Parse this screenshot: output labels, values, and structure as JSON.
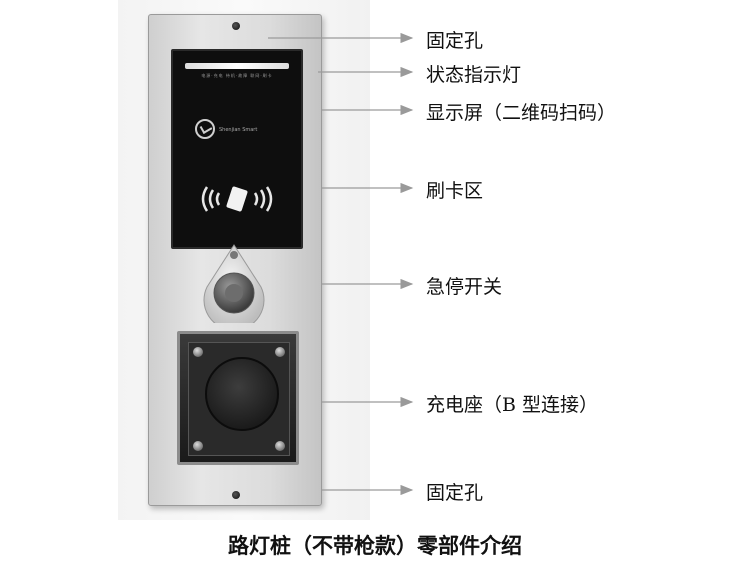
{
  "labels": [
    "固定孔",
    "状态指示灯",
    "显示屏（二维码扫码）",
    "刷卡区",
    "急停开关",
    "充电座（B 型连接）",
    "固定孔"
  ],
  "caption": "路灯桩（不带枪款）零部件介绍",
  "screen": {
    "status_text": "电源·充电   待机·故障   联网·刷卡",
    "logo_cn": "",
    "logo_en": "Shenjian Smart"
  },
  "colors": {
    "panel": "#dcdcdc",
    "screen": "#0e0e0e",
    "arrow": "#9a9a9a",
    "text": "#111111"
  }
}
